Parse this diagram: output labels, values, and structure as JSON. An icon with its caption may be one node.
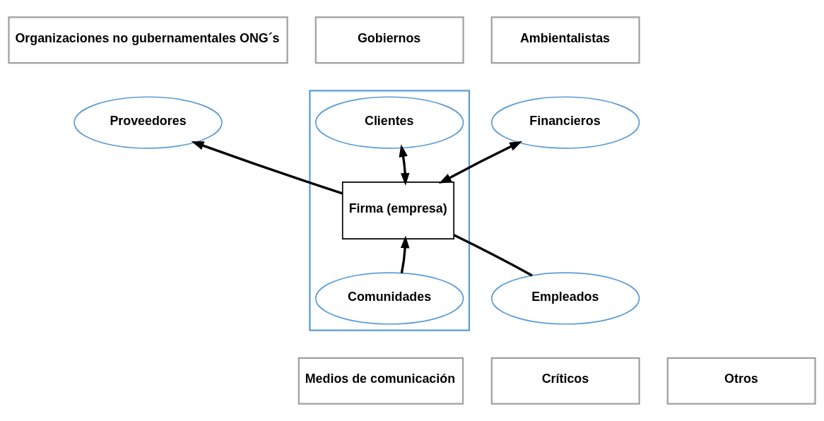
{
  "diagram": {
    "nodes": [
      {
        "text": [
          "Organizaciones no gubernamentales ONG´s"
        ]
      },
      {
        "text": [
          "Ambientalistas"
        ]
      },
      {
        "text": [
          "Gobiernos"
        ]
      },
      {
        "text": [],
        "shape": "box"
      },
      {
        "text": [
          "Financieros"
        ]
      },
      {
        "text": [
          "Proveedores"
        ]
      },
      {
        "text": [
          "Clientes"
        ],
        "in": 3
      },
      {
        "text": [
          "Firma (empresa)"
        ],
        "in": 3
      },
      {
        "text": [
          "Empleados"
        ]
      },
      {
        "text": [
          "Comunidades"
        ],
        "in": 3
      },
      {
        "text": [
          "Críticos"
        ]
      },
      {
        "text": [
          "Otros"
        ]
      },
      {
        "text": [
          "Medios de comunicación"
        ]
      }
    ],
    "edges": [
      {
        "from": 7,
        "to": 5,
        "arrow": "to"
      },
      {
        "from": 7,
        "to": 4,
        "arrow": "both"
      },
      {
        "from": 7,
        "to": 6,
        "arrow": "both"
      },
      {
        "from": 8,
        "to": 7,
        "arrow": "none"
      },
      {
        "from": 9,
        "to": 7,
        "arrow": "to"
      }
    ]
  }
}
